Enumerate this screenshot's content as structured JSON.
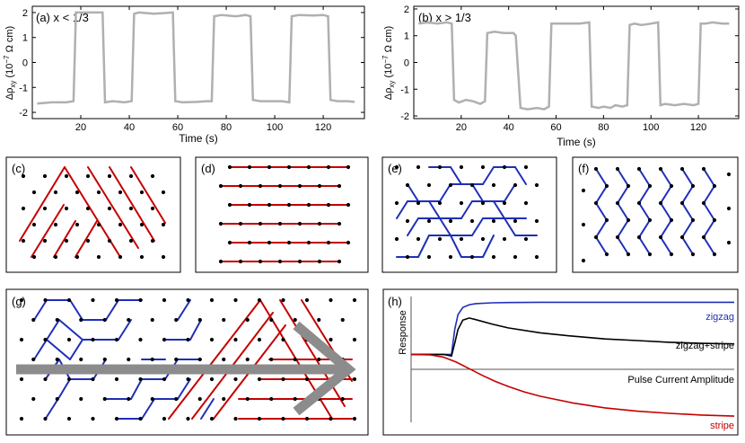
{
  "chart_data": [
    {
      "type": "line",
      "panel_label": "(a) x < 1/3",
      "xlabel": "Time (s)",
      "ylabel_main": "Δρ",
      "ylabel_sub": "xy",
      "ylabel_unit_pre": " (10",
      "ylabel_exp": "−7",
      "ylabel_unit_post": " Ω cm)",
      "xlim": [
        0,
        137
      ],
      "ylim": [
        -2.25,
        2.25
      ],
      "xticks": [
        20,
        40,
        60,
        80,
        100,
        120
      ],
      "yticks": [
        -2,
        -1,
        0,
        1,
        2
      ],
      "color": "#b0b0b0",
      "series": [
        {
          "x": [
            2,
            8,
            14,
            17,
            18,
            20,
            26,
            29,
            30,
            33,
            38,
            41,
            42,
            44,
            50,
            55,
            58,
            59,
            62,
            68,
            72,
            74,
            75,
            78,
            84,
            88,
            90,
            91,
            94,
            100,
            103,
            106,
            107,
            110,
            116,
            120,
            122,
            123,
            126,
            130,
            133
          ],
          "y": [
            -1.65,
            -1.6,
            -1.6,
            -1.55,
            2.0,
            2.0,
            2.0,
            2.0,
            -1.6,
            -1.55,
            -1.6,
            -1.55,
            1.95,
            2.0,
            1.95,
            1.98,
            2.0,
            -1.55,
            -1.6,
            -1.58,
            -1.55,
            -1.55,
            1.85,
            1.9,
            1.85,
            1.9,
            1.85,
            -1.5,
            -1.55,
            -1.55,
            -1.55,
            -1.6,
            1.85,
            1.9,
            1.88,
            1.9,
            1.85,
            -1.5,
            -1.55,
            -1.55,
            -1.58
          ]
        }
      ]
    },
    {
      "type": "line",
      "panel_label": "(b) x > 1/3",
      "xlabel": "Time (s)",
      "ylabel_main": "Δρ",
      "ylabel_sub": "xy",
      "ylabel_unit_pre": " (10",
      "ylabel_exp": "−7",
      "ylabel_unit_post": " Ω cm)",
      "xlim": [
        0,
        137
      ],
      "ylim": [
        -2.1,
        2.1
      ],
      "xticks": [
        20,
        40,
        60,
        80,
        100,
        120
      ],
      "yticks": [
        -2,
        -1,
        0,
        1,
        2
      ],
      "color": "#b0b0b0",
      "series": [
        {
          "x": [
            2,
            6,
            10,
            14,
            16,
            17,
            19,
            22,
            25,
            28,
            30,
            31,
            34,
            38,
            42,
            43,
            45,
            48,
            52,
            55,
            57,
            58,
            60,
            63,
            66,
            70,
            74,
            75,
            78,
            80,
            83,
            85,
            88,
            90,
            91,
            93,
            96,
            100,
            103,
            104,
            106,
            110,
            114,
            118,
            120,
            121,
            123,
            126,
            130,
            133
          ],
          "y": [
            1.45,
            1.5,
            1.45,
            1.5,
            1.45,
            -1.4,
            -1.5,
            -1.4,
            -1.45,
            -1.55,
            -1.45,
            1.1,
            1.15,
            1.1,
            1.1,
            1.0,
            -1.7,
            -1.75,
            -1.7,
            -1.75,
            -1.65,
            1.45,
            1.45,
            1.45,
            1.45,
            1.45,
            1.5,
            -1.65,
            -1.7,
            -1.65,
            -1.7,
            -1.6,
            -1.65,
            -1.6,
            1.4,
            1.45,
            1.4,
            1.45,
            1.5,
            -1.6,
            -1.55,
            -1.6,
            -1.55,
            -1.6,
            -1.55,
            1.45,
            1.45,
            1.5,
            1.45,
            1.45
          ]
        }
      ]
    },
    {
      "type": "line",
      "panel_label": "(h)",
      "xlabel": "Pulse Current Amplitude",
      "ylabel": "Response",
      "xlim": [
        0,
        10
      ],
      "ylim": [
        -1.2,
        1.0
      ],
      "series": [
        {
          "name": "zigzag",
          "color": "#1f2fb8",
          "x": [
            0,
            1.0,
            1.25,
            1.35,
            1.45,
            1.6,
            1.8,
            2.0,
            2.5,
            3,
            4,
            5,
            6,
            8,
            10
          ],
          "y": [
            0,
            0,
            0.0,
            0.45,
            0.72,
            0.85,
            0.9,
            0.92,
            0.935,
            0.94,
            0.945,
            0.945,
            0.945,
            0.945,
            0.945
          ]
        },
        {
          "name": "zigzag+stripe",
          "color": "#000000",
          "x": [
            0,
            1.0,
            1.25,
            1.35,
            1.45,
            1.6,
            1.8,
            2.0,
            2.5,
            3,
            4,
            5,
            6,
            7,
            8,
            9,
            10
          ],
          "y": [
            0,
            0,
            -0.03,
            0.2,
            0.45,
            0.62,
            0.66,
            0.63,
            0.55,
            0.48,
            0.39,
            0.33,
            0.28,
            0.25,
            0.22,
            0.2,
            0.19
          ]
        },
        {
          "name": "stripe",
          "color": "#c40000",
          "x": [
            0,
            0.6,
            1.0,
            1.4,
            1.8,
            2.2,
            2.6,
            3,
            3.5,
            4,
            5,
            6,
            7,
            8,
            9,
            10
          ],
          "y": [
            0,
            -0.01,
            -0.05,
            -0.14,
            -0.26,
            -0.38,
            -0.49,
            -0.58,
            -0.68,
            -0.76,
            -0.88,
            -0.97,
            -1.03,
            -1.07,
            -1.1,
            -1.12
          ]
        }
      ]
    }
  ],
  "lattice_panels": [
    {
      "label": "(c)"
    },
    {
      "label": "(d)"
    },
    {
      "label": "(e)"
    },
    {
      "label": "(f)"
    },
    {
      "label": "(g)"
    }
  ],
  "colors": {
    "stripe": "#c40000",
    "zigzag": "#1f2fb8",
    "dot": "#000000",
    "arrow": "#8c8c8c"
  }
}
